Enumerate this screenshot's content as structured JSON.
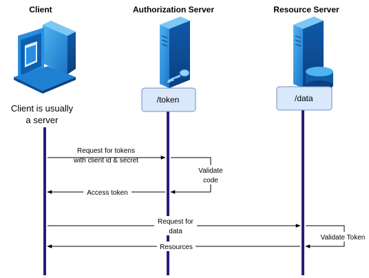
{
  "actors": {
    "client": {
      "name": "Client",
      "note_line1": "Client is usually",
      "note_line2": "a server"
    },
    "auth": {
      "name": "Authorization Server",
      "endpoint": "/token"
    },
    "resource": {
      "name": "Resource Server",
      "endpoint": "/data"
    }
  },
  "messages": {
    "request_tokens_line1": "Request for tokens",
    "request_tokens_line2": "with client id & secret",
    "validate_code_line1": "Validate",
    "validate_code_line2": "code",
    "access_token": "Access token",
    "request_data_line1": "Request for",
    "request_data_line2": "data",
    "validate_token": "Validate Token",
    "resources": "Resources"
  },
  "colors": {
    "lifeline": "#2e1a7a",
    "icon_blue": "#1a85d6",
    "endpoint_fill": "#dae8fc",
    "endpoint_stroke": "#6c8ebf"
  }
}
